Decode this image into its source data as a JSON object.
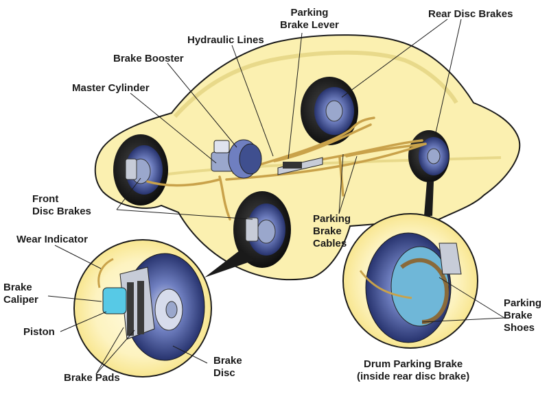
{
  "labels": {
    "parking_brake_lever": [
      "Parking",
      "Brake Lever"
    ],
    "rear_disc_brakes": "Rear Disc Brakes",
    "hydraulic_lines": "Hydraulic Lines",
    "brake_booster": "Brake Booster",
    "master_cylinder": "Master Cylinder",
    "front_disc_brakes": [
      "Front",
      "Disc Brakes"
    ],
    "parking_brake_cables": [
      "Parking",
      "Brake",
      "Cables"
    ],
    "wear_indicator": "Wear Indicator",
    "brake_caliper": [
      "Brake",
      "Caliper"
    ],
    "piston": "Piston",
    "brake_pads": "Brake Pads",
    "brake_disc": [
      "Brake",
      "Disc"
    ],
    "parking_brake_shoes": [
      "Parking",
      "Brake",
      "Shoes"
    ],
    "drum_parking_brake": [
      "Drum Parking Brake",
      "(inside rear disc brake)"
    ]
  },
  "colors": {
    "car_body": "#fbf0b0",
    "car_outline": "#1a1a1a",
    "tire": "#1e1e1e",
    "rotor": "#3f4f8f",
    "hub": "#9aa7cc",
    "brake_line": "#c9a24a",
    "caliper": "#c7ccd8",
    "piston": "#57c9e6",
    "zoom_circle": "#fdf6c8"
  }
}
